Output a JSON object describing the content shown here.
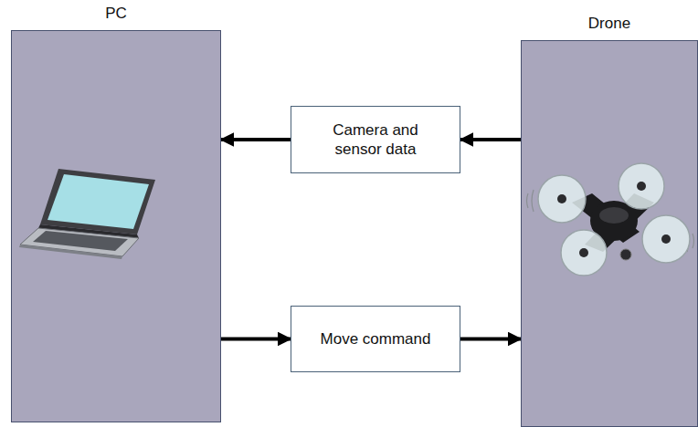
{
  "diagram": {
    "nodes": [
      {
        "text": [
          "PC"
        ]
      },
      {
        "text": [
          "Camera and sensor data"
        ]
      },
      {
        "text": [
          "Move command"
        ]
      },
      {
        "text": [
          "Drone"
        ]
      }
    ],
    "edges": [
      {
        "from": 3,
        "to": 1,
        "arrow": "to"
      },
      {
        "from": 1,
        "to": 0,
        "arrow": "to"
      },
      {
        "from": 0,
        "to": 2,
        "arrow": "to"
      },
      {
        "from": 2,
        "to": 3,
        "arrow": "to"
      }
    ]
  }
}
